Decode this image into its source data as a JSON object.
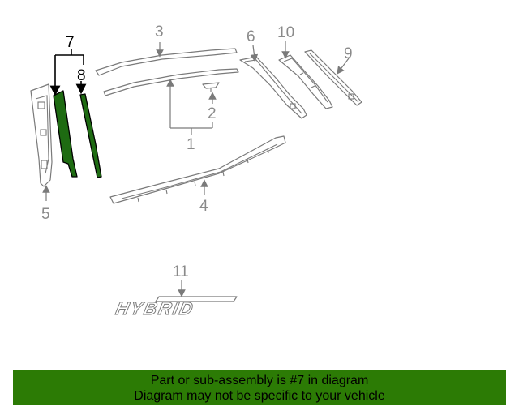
{
  "diagram": {
    "callouts": {
      "c1": "1",
      "c2": "2",
      "c3": "3",
      "c4": "4",
      "c5": "5",
      "c6": "6",
      "c7": "7",
      "c8": "8",
      "c9": "9",
      "c10": "10",
      "c11": "11"
    },
    "highlighted_part": "7",
    "emblem_text": "HYBRID",
    "colors": {
      "highlight": "#1e6b12",
      "banner": "#2c7b05",
      "line": "#7a7a7a"
    }
  },
  "footer": {
    "line1": "Part or sub-assembly is #7 in diagram",
    "line2": "Diagram may not be specific to your vehicle"
  }
}
